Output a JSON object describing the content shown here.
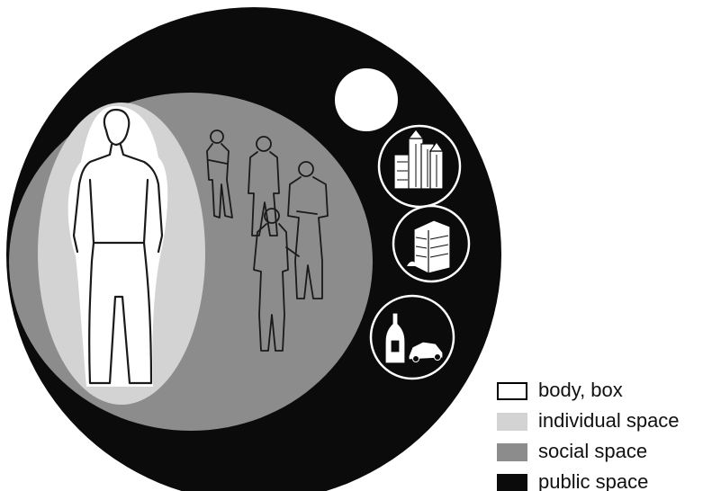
{
  "diagram": {
    "colors": {
      "public": "#0b0b0b",
      "social": "#8c8c8c",
      "individual": "#d3d3d3",
      "body": "#ffffff",
      "line": "#1a1a1a"
    },
    "icons": [
      "city-buildings-icon",
      "office-building-icon",
      "bottle-and-car-icon"
    ]
  },
  "legend": {
    "items": [
      {
        "label": "body, box",
        "swatch": "outline",
        "color": "#ffffff"
      },
      {
        "label": "individual space",
        "swatch": "fill",
        "color": "#d3d3d3"
      },
      {
        "label": "social space",
        "swatch": "fill",
        "color": "#8c8c8c"
      },
      {
        "label": "public space",
        "swatch": "fill",
        "color": "#0b0b0b"
      }
    ]
  }
}
